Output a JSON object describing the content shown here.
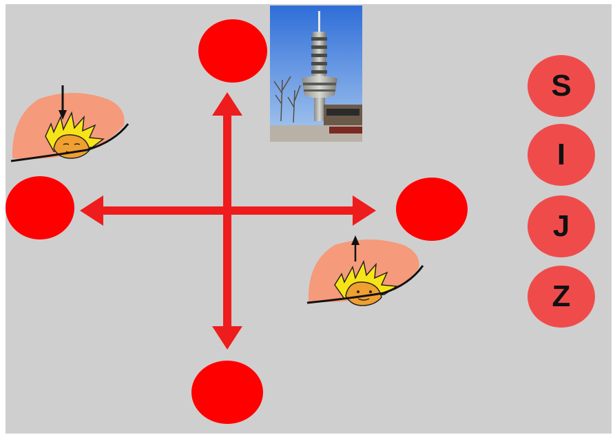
{
  "colors": {
    "background": "#cfcfcf",
    "dot": "#ff0000",
    "arrow": "#ee1c1c",
    "letter_circle": "#f04b4b",
    "letter_text": "#111111",
    "sky_glow": "#f59a7a",
    "sun_rays": "#f7e418",
    "sun_face": "#f0a030"
  },
  "letters": [
    "S",
    "I",
    "J",
    "Z"
  ],
  "icons": {
    "photo": "tv-tower-photo",
    "sunrise": "rising-sun-icon",
    "sunset": "setting-sun-icon"
  }
}
